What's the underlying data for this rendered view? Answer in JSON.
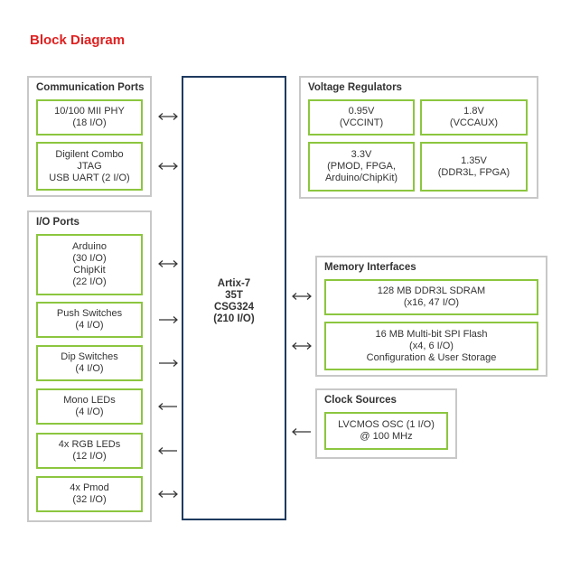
{
  "title": "Block Diagram",
  "colors": {
    "title": "#e02020",
    "box_border": "#8cc63f",
    "group_border": "#c8c8c8",
    "fpga_border": "#1f3a5f",
    "arrow": "#333333"
  },
  "fpga": {
    "line1": "Artix-7",
    "line2": "35T",
    "line3": "CSG324",
    "line4": "(210 I/O)"
  },
  "communication_ports": {
    "title": "Communication Ports",
    "ethernet": {
      "line1": "10/100 MII PHY",
      "line2": "(18 I/O)"
    },
    "usb": {
      "line1": "Digilent Combo",
      "line2": "JTAG",
      "line3": "USB UART (2 I/O)"
    }
  },
  "io_ports": {
    "title": "I/O Ports",
    "arduino": {
      "line1": "Arduino",
      "line2": "(30 I/O)",
      "line3": "ChipKit",
      "line4": "(22 I/O)"
    },
    "push_switches": {
      "line1": "Push Switches",
      "line2": "(4 I/O)"
    },
    "dip_switches": {
      "line1": "Dip Switches",
      "line2": "(4 I/O)"
    },
    "mono_leds": {
      "line1": "Mono LEDs",
      "line2": "(4 I/O)"
    },
    "rgb_leds": {
      "line1": "4x RGB LEDs",
      "line2": "(12 I/O)"
    },
    "pmod": {
      "line1": "4x Pmod",
      "line2": "(32 I/O)"
    }
  },
  "voltage_regulators": {
    "title": "Voltage Regulators",
    "v095": {
      "line1": "0.95V",
      "line2": "(VCCINT)"
    },
    "v18": {
      "line1": "1.8V",
      "line2": "(VCCAUX)"
    },
    "v33": {
      "line1": "3.3V",
      "line2": "(PMOD, FPGA,",
      "line3": "Arduino/ChipKit)"
    },
    "v135": {
      "line1": "1.35V",
      "line2": "(DDR3L, FPGA)"
    }
  },
  "memory_interfaces": {
    "title": "Memory Interfaces",
    "sdram": {
      "line1": "128 MB DDR3L SDRAM",
      "line2": "(x16, 47 I/O)"
    },
    "flash": {
      "line1": "16 MB Multi-bit SPI Flash",
      "line2": "(x4, 6 I/O)",
      "line3": "Configuration & User Storage"
    }
  },
  "clock_sources": {
    "title": "Clock Sources",
    "osc": {
      "line1": "LVCMOS OSC (1 I/O)",
      "line2": "@ 100 MHz"
    }
  }
}
